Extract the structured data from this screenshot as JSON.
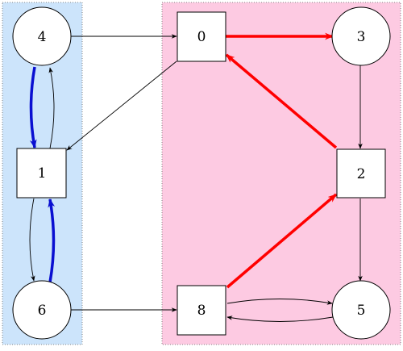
{
  "colors": {
    "group_left_fill": "#cce4fb",
    "group_right_fill": "#fdcae2",
    "group_border": "#666666",
    "node_fill": "#ffffff",
    "node_stroke": "#000000",
    "edge_default": "#000000",
    "edge_blue": "#0a0fd1",
    "edge_red": "#ff0000"
  },
  "groups": [
    {
      "id": "left",
      "members": [
        "4",
        "1",
        "6"
      ]
    },
    {
      "id": "right",
      "members": [
        "0",
        "3",
        "2",
        "8",
        "5"
      ]
    }
  ],
  "nodes": [
    {
      "id": "4",
      "label": "4",
      "shape": "circle"
    },
    {
      "id": "0",
      "label": "0",
      "shape": "square"
    },
    {
      "id": "3",
      "label": "3",
      "shape": "circle"
    },
    {
      "id": "1",
      "label": "1",
      "shape": "square"
    },
    {
      "id": "2",
      "label": "2",
      "shape": "square"
    },
    {
      "id": "6",
      "label": "6",
      "shape": "circle"
    },
    {
      "id": "8",
      "label": "8",
      "shape": "square"
    },
    {
      "id": "5",
      "label": "5",
      "shape": "circle"
    }
  ],
  "edges": [
    {
      "from": "4",
      "to": "0",
      "style": "default"
    },
    {
      "from": "0",
      "to": "3",
      "style": "red"
    },
    {
      "from": "3",
      "to": "2",
      "style": "default"
    },
    {
      "from": "2",
      "to": "0",
      "style": "red"
    },
    {
      "from": "0",
      "to": "1",
      "style": "default"
    },
    {
      "from": "4",
      "to": "1",
      "style": "blue"
    },
    {
      "from": "1",
      "to": "4",
      "style": "default"
    },
    {
      "from": "1",
      "to": "6",
      "style": "default"
    },
    {
      "from": "6",
      "to": "1",
      "style": "blue"
    },
    {
      "from": "6",
      "to": "8",
      "style": "default"
    },
    {
      "from": "8",
      "to": "2",
      "style": "red"
    },
    {
      "from": "2",
      "to": "5",
      "style": "default"
    },
    {
      "from": "8",
      "to": "5",
      "style": "default"
    },
    {
      "from": "5",
      "to": "8",
      "style": "default"
    }
  ]
}
